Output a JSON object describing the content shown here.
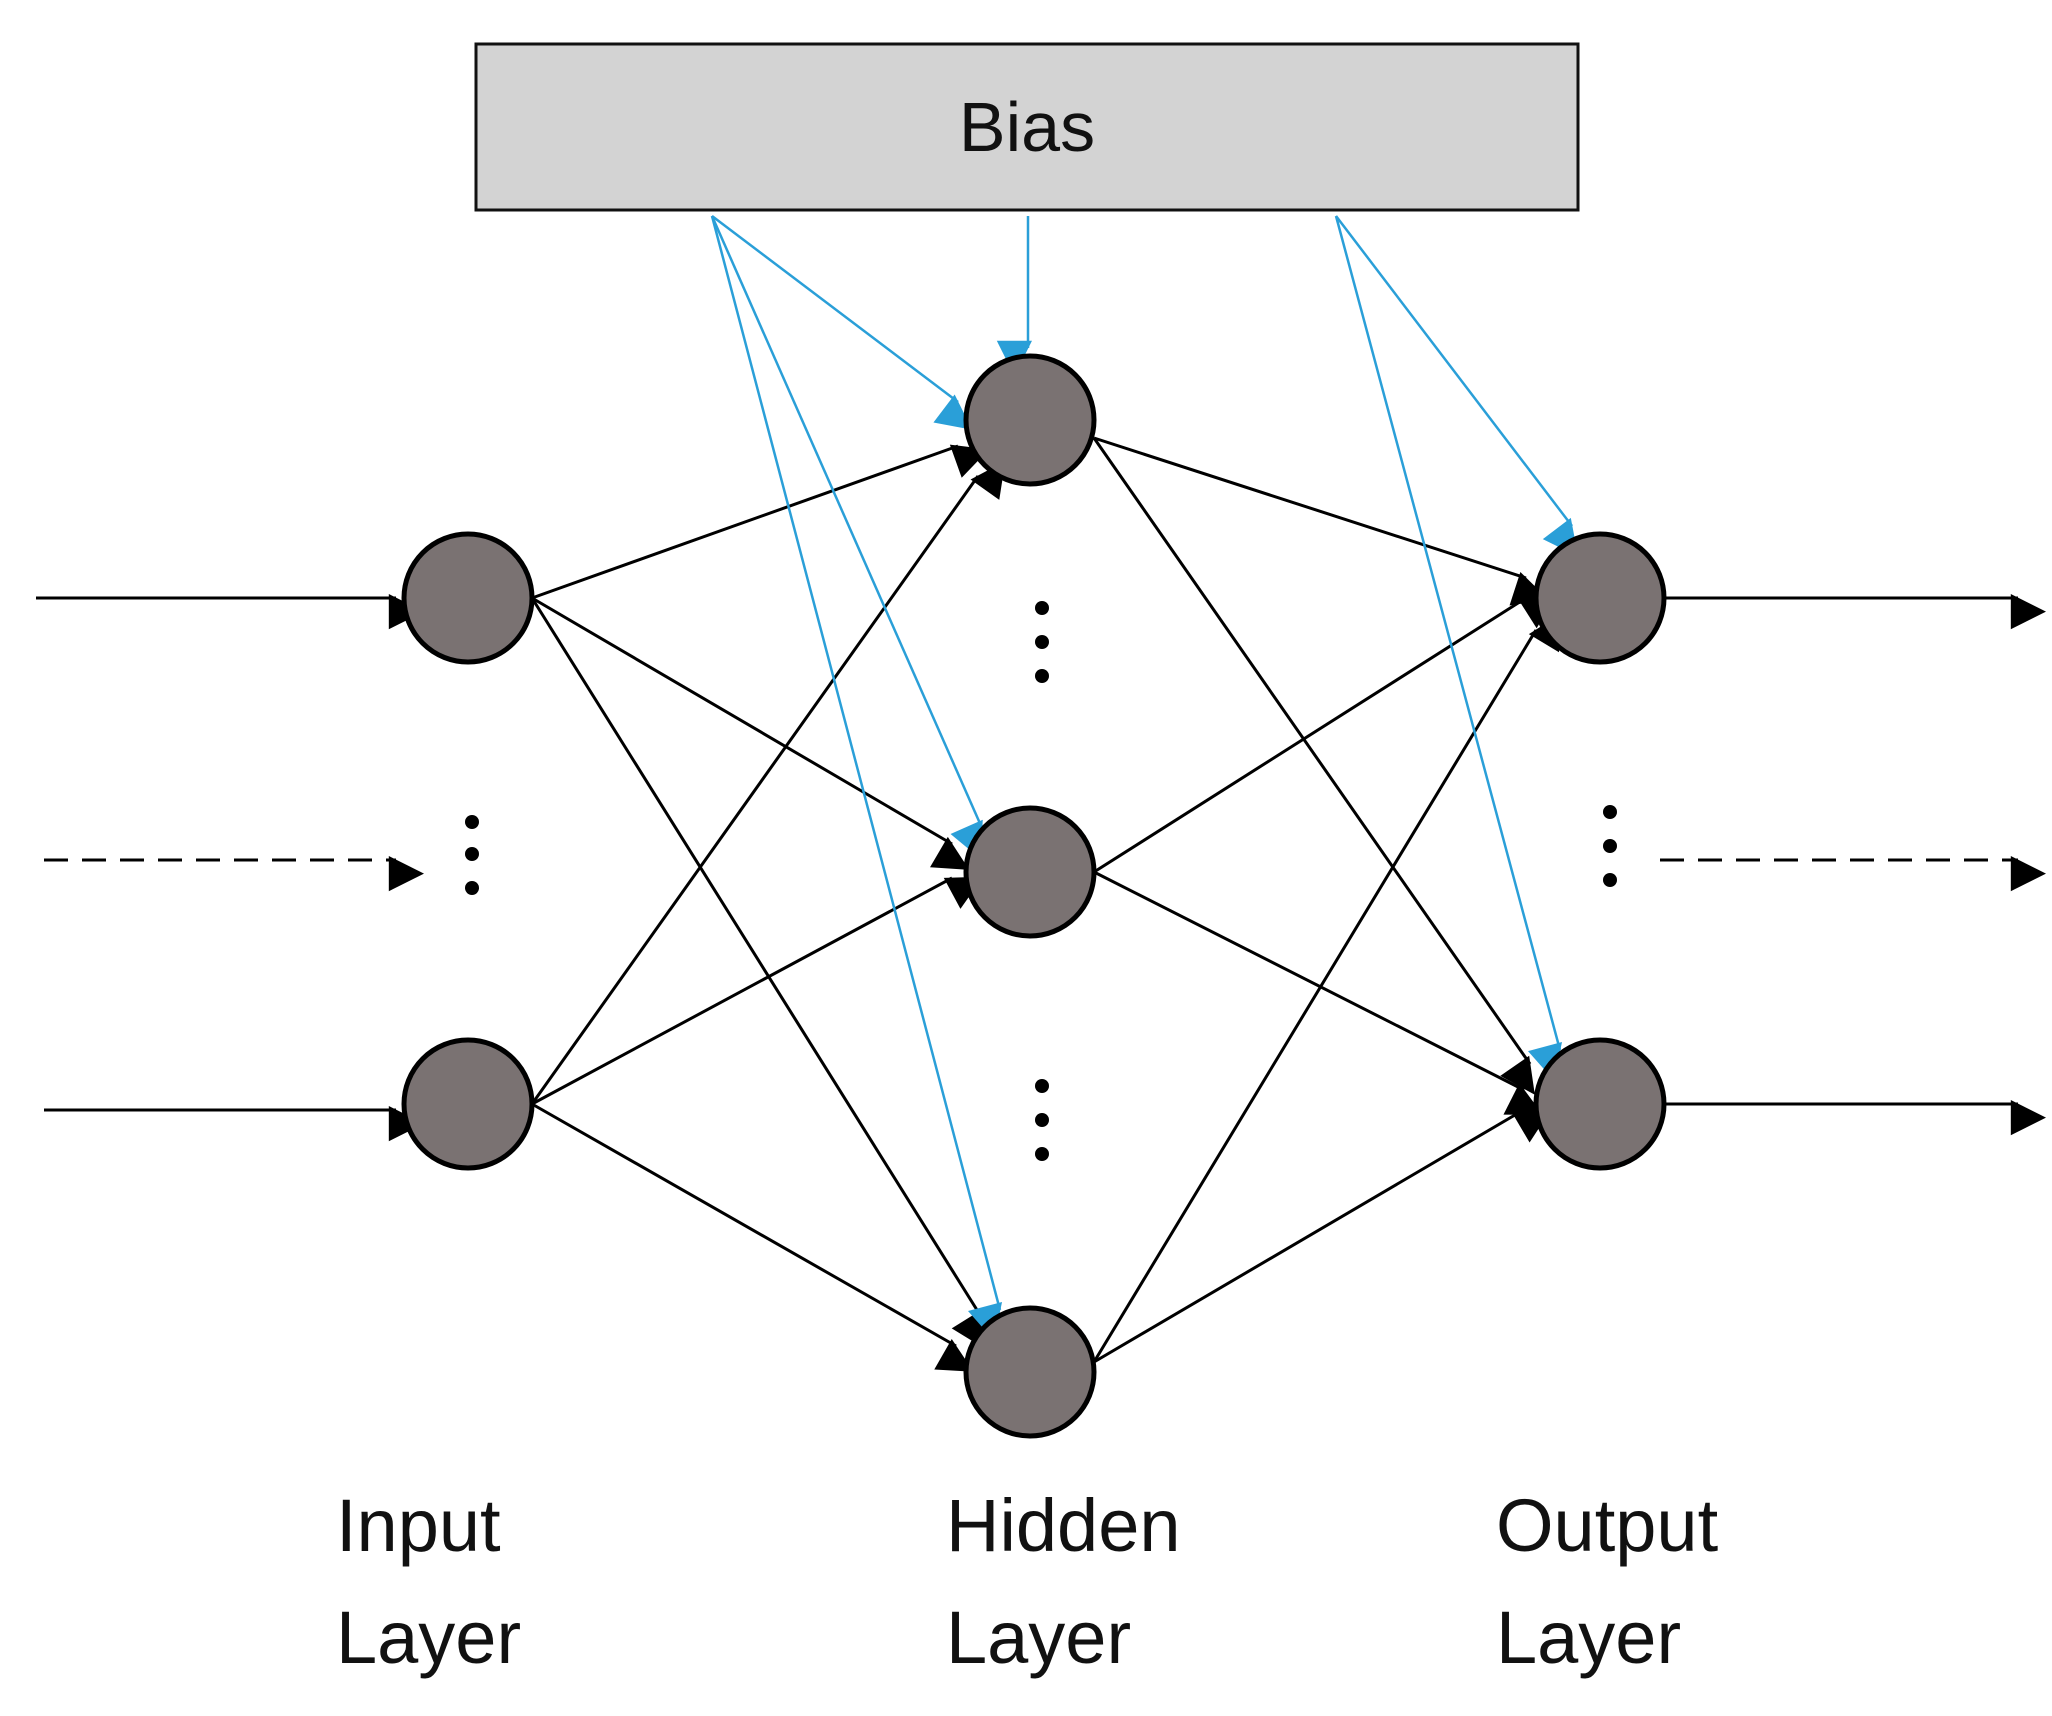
{
  "diagram": {
    "bias_label": "Bias",
    "layers": [
      {
        "id": "input",
        "line1": "Input",
        "line2": "Layer"
      },
      {
        "id": "hidden",
        "line1": "Hidden",
        "line2": "Layer"
      },
      {
        "id": "output",
        "line1": "Output",
        "line2": "Layer"
      }
    ],
    "colors": {
      "bias_box_fill": "#d3d3d3",
      "node_fill": "#7a7272",
      "edge": "#000000",
      "bias_edge": "#2a9fd8"
    }
  }
}
